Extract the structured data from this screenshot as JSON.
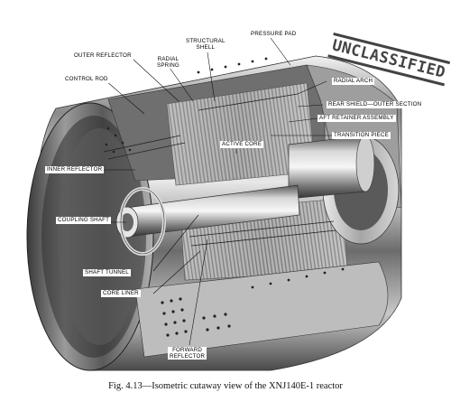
{
  "stamp": "UNCLASSIFIED",
  "caption": "Fig. 4.13—Isometric cutaway view of the XNJ140E-1 reactor",
  "labels": {
    "outer_reflector": "OUTER REFLECTOR",
    "structural_shell_1": "STRUCTURAL",
    "structural_shell_2": "SHELL",
    "radial_spring_1": "RADIAL",
    "radial_spring_2": "SPRING",
    "pressure_pad": "PRESSURE PAD",
    "control_rod": "CONTROL ROD",
    "radial_arch": "RADIAL ARCH",
    "rear_shield": "REAR SHIELD—OUTER SECTION",
    "aft_retainer": "AFT RETAINER ASSEMBLY",
    "transition_piece": "TRANSITION PIECE",
    "active_core": "ACTIVE CORE",
    "inner_reflector": "INNER REFLECTOR",
    "coupling_shaft": "COUPLING SHAFT",
    "shaft_tunnel": "SHAFT TUNNEL",
    "core_liner": "CORE LINER",
    "forward_reflector_1": "FORWARD",
    "forward_reflector_2": "REFLECTOR"
  }
}
